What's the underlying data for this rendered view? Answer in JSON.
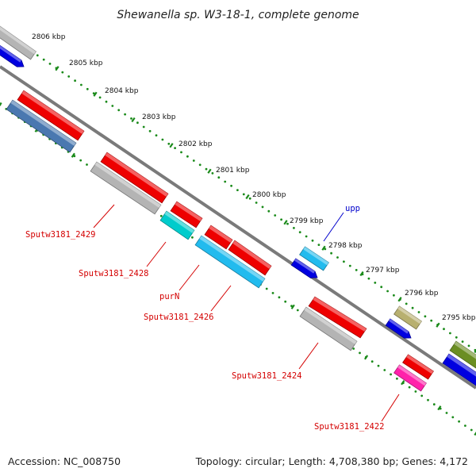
{
  "title": "Shewanella sp. W3-18-1, complete genome",
  "footer": {
    "accession": "Accession: NC_008750",
    "topology": "Topology: circular; Length: 4,708,380 bp; Genes: 4,172"
  },
  "colors": {
    "backbone": "#888888",
    "tick_dots": "#1a8a1a",
    "label_red": "#d40000",
    "label_blue": "#0000cc"
  },
  "ticks": [
    {
      "label": "2806 kbp"
    },
    {
      "label": "2805 kbp"
    },
    {
      "label": "2804 kbp"
    },
    {
      "label": "2803 kbp"
    },
    {
      "label": "2802 kbp"
    },
    {
      "label": "2801 kbp"
    },
    {
      "label": "2800 kbp"
    },
    {
      "label": "2799 kbp"
    },
    {
      "label": "2798 kbp"
    },
    {
      "label": "2797 kbp"
    },
    {
      "label": "2796 kbp"
    },
    {
      "label": "2795 kbp"
    }
  ],
  "gene_labels": [
    {
      "name": "upp",
      "color": "blue"
    },
    {
      "name": "Sputw3181_2429",
      "color": "red"
    },
    {
      "name": "Sputw3181_2428",
      "color": "red"
    },
    {
      "name": "purN",
      "color": "red"
    },
    {
      "name": "Sputw3181_2426",
      "color": "red"
    },
    {
      "name": "Sputw3181_2424",
      "color": "red"
    },
    {
      "name": "Sputw3181_2422",
      "color": "red"
    }
  ]
}
